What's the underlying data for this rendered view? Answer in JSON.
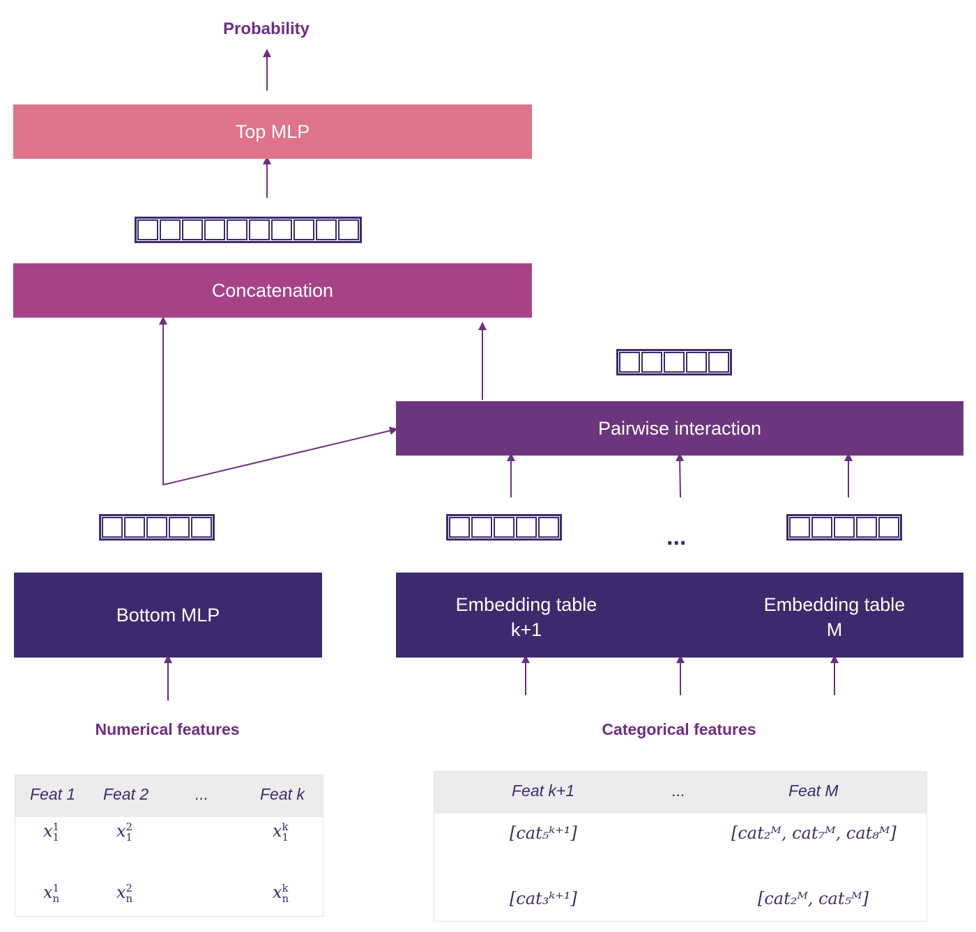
{
  "top_label": "Probability",
  "top_mlp": "Top MLP",
  "concatenation": "Concatenation",
  "pairwise": "Pairwise interaction",
  "bottom_mlp": "Bottom MLP",
  "embedding_left": {
    "line1": "Embedding table",
    "line2": "k+1"
  },
  "embedding_right": {
    "line1": "Embedding table",
    "line2": "M"
  },
  "ellipsis_vectors": "...",
  "numerical_label": "Numerical features",
  "categorical_label": "Categorical features",
  "numerical_table": {
    "headers": [
      "Feat 1",
      "Feat 2",
      "...",
      "Feat k"
    ],
    "rows": [
      [
        {
          "base": "x",
          "sup": "1",
          "sub": "1"
        },
        {
          "base": "x",
          "sup": "2",
          "sub": "1"
        },
        {
          "base": "x",
          "sup": "k",
          "sub": "1"
        }
      ],
      [
        {
          "base": "x",
          "sup": "1",
          "sub": "n"
        },
        {
          "base": "x",
          "sup": "2",
          "sub": "n"
        },
        {
          "base": "x",
          "sup": "k",
          "sub": "n"
        }
      ]
    ]
  },
  "categorical_table": {
    "headers": [
      "Feat k+1",
      "...",
      "Feat M"
    ],
    "rows": [
      {
        "left": "[cat₅ᵏ⁺¹]",
        "right": "[cat₂ᴹ, cat₇ᴹ, cat₈ᴹ]"
      },
      {
        "left": "[cat₃ᵏ⁺¹]",
        "right": "[cat₂ᴹ, cat₅ᴹ]"
      }
    ]
  },
  "colors": {
    "top_mlp": "#de7389",
    "concatenation": "#a84286",
    "pairwise": "#6c357d",
    "dark": "#3d2a6e",
    "arrow": "#6e2d84"
  }
}
